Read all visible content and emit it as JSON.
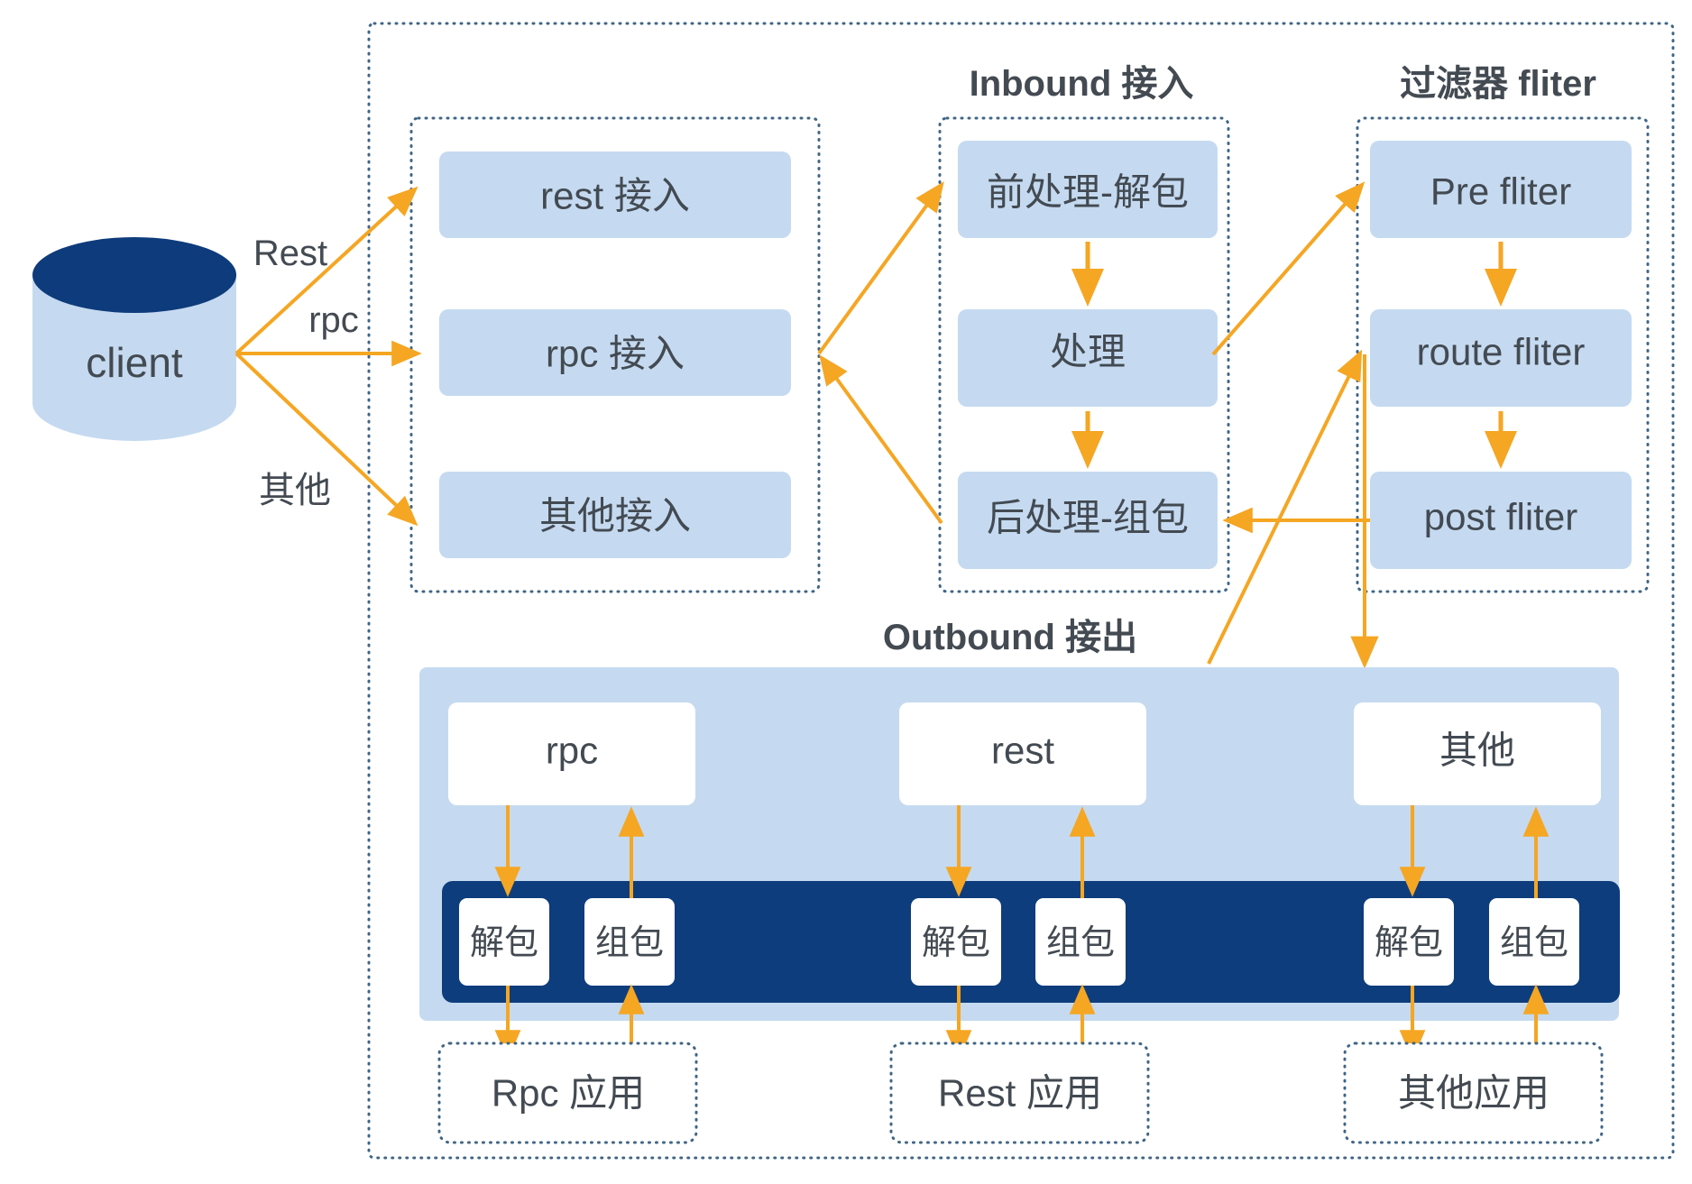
{
  "colors": {
    "box_fill": "#c5daf0",
    "box_fill_light": "#c9dcf3",
    "panel_fill": "#c5daf0",
    "navy": "#0d3d7c",
    "navy_dark": "#113f7e",
    "white": "#ffffff",
    "arrow": "#f5a623",
    "dashed_border": "#3f6585",
    "text": "#434a52",
    "cylinder_top": "#0e3b7b",
    "cylinder_body": "#c5daf0"
  },
  "headings": {
    "inbound": "Inbound 接入",
    "filter": "过滤器 fliter",
    "outbound": "Outbound 接出"
  },
  "client": {
    "label": "client"
  },
  "edge_labels": {
    "rest": "Rest",
    "rpc": "rpc",
    "other": "其他"
  },
  "access_group": {
    "name": "access-group",
    "items": [
      {
        "label": "rest 接入"
      },
      {
        "label": "rpc 接入"
      },
      {
        "label": "其他接入"
      }
    ]
  },
  "inbound_group": {
    "name": "inbound-group",
    "items": [
      {
        "label": "前处理-解包"
      },
      {
        "label": "处理"
      },
      {
        "label": "后处理-组包"
      }
    ]
  },
  "filter_group": {
    "name": "filter-group",
    "items": [
      {
        "label": "Pre fliter"
      },
      {
        "label": "route fliter"
      },
      {
        "label": "post fliter"
      }
    ]
  },
  "outbound_group": {
    "name": "outbound-group",
    "protocols": [
      {
        "label": "rpc"
      },
      {
        "label": "rest"
      },
      {
        "label": "其他"
      }
    ],
    "codec_bar": {
      "lanes": [
        {
          "unpack": "解包",
          "pack": "组包"
        },
        {
          "unpack": "解包",
          "pack": "组包"
        },
        {
          "unpack": "解包",
          "pack": "组包"
        }
      ]
    },
    "applications": [
      {
        "label": "Rpc 应用"
      },
      {
        "label": "Rest 应用"
      },
      {
        "label": "其他应用"
      }
    ]
  }
}
